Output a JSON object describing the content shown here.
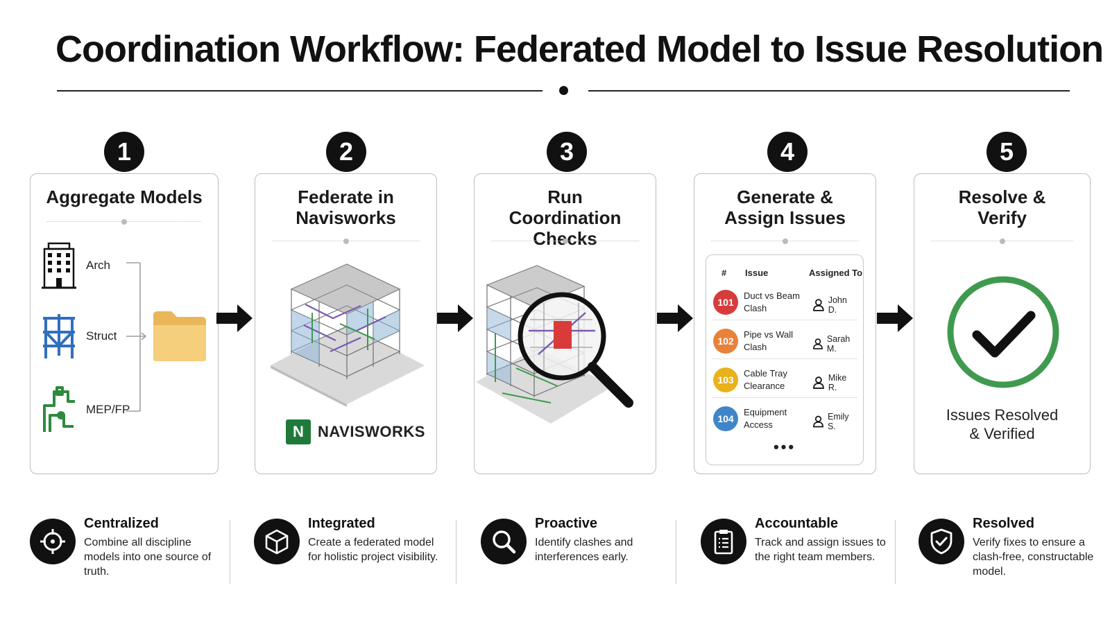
{
  "title": "Coordination Workflow: Federated Model to Issue Resolution",
  "steps": [
    {
      "number": "1",
      "title": "Aggregate Models"
    },
    {
      "number": "2",
      "title": "Federate in Navisworks"
    },
    {
      "number": "3",
      "title": "Run Coordination Checks"
    },
    {
      "number": "4",
      "title": "Generate & Assign Issues"
    },
    {
      "number": "5",
      "title": "Resolve & Verify"
    }
  ],
  "disciplines": [
    "Arch",
    "Struct",
    "MEP/FP"
  ],
  "navisworks": {
    "badge": "N",
    "name": "NAVISWORKS"
  },
  "issue_table": {
    "headers": {
      "num": "#",
      "issue": "Issue",
      "assigned": "Assigned To"
    },
    "rows": [
      {
        "id": "101",
        "issue": "Duct vs Beam Clash",
        "assignee": "John D.",
        "color": "#d63c3c"
      },
      {
        "id": "102",
        "issue": "Pipe vs Wall Clash",
        "assignee": "Sarah M.",
        "color": "#e8813a"
      },
      {
        "id": "103",
        "issue": "Cable Tray Clearance",
        "assignee": "Mike R.",
        "color": "#e9b21c"
      },
      {
        "id": "104",
        "issue": "Equipment Access",
        "assignee": "Emily S.",
        "color": "#3f86c9"
      }
    ],
    "more": "•••"
  },
  "resolved": {
    "line1": "Issues Resolved",
    "line2": "& Verified",
    "check_color": "#3f9a4f"
  },
  "benefits": [
    {
      "title": "Centralized",
      "desc": "Combine all discipline models into one source of truth.",
      "icon": "crosshair-icon"
    },
    {
      "title": "Integrated",
      "desc": "Create a federated model for holistic project visibility.",
      "icon": "cube-icon"
    },
    {
      "title": "Proactive",
      "desc": "Identify clashes and interferences early.",
      "icon": "magnifier-icon"
    },
    {
      "title": "Accountable",
      "desc": "Track and assign issues to the right team members.",
      "icon": "clipboard-icon"
    },
    {
      "title": "Resolved",
      "desc": "Verify fixes to ensure a clash-free, constructable model.",
      "icon": "shield-check-icon"
    }
  ]
}
